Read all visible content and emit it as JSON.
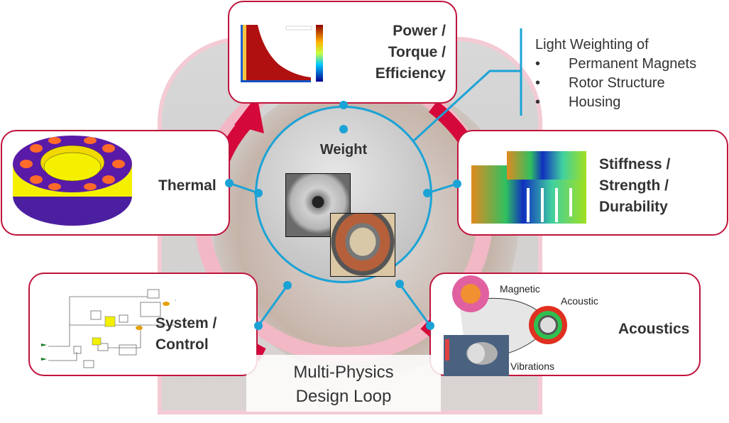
{
  "title": "Multi-Physics Design Loop",
  "loop_label": {
    "line1": "Multi-Physics",
    "line2": "Design Loop"
  },
  "center": {
    "label": "Weight",
    "images": [
      "rotor-housing-photo",
      "stator-winding-photo"
    ]
  },
  "light_weighting": {
    "heading": "Light Weighting of",
    "items": [
      {
        "bullet": "•",
        "label": "Permanent Magnets"
      },
      {
        "bullet": "•",
        "label": "Rotor Structure"
      },
      {
        "bullet": "•",
        "label": "Housing"
      }
    ]
  },
  "nodes": {
    "power": {
      "line1": "Power /",
      "line2": "Torque /",
      "line3": "Efficiency",
      "image": "efficiency-map-plot"
    },
    "thermal": {
      "label": "Thermal",
      "image": "thermal-motor-model"
    },
    "stiffness": {
      "line1": "Stiffness /",
      "line2": "Strength /",
      "line3": "Durability",
      "image": "fea-stress-model"
    },
    "system": {
      "line1": "System /",
      "line2": "Control",
      "image": "simulink-block-diagram"
    },
    "acoustics": {
      "label": "Acoustics",
      "sub_labels": {
        "magnetic": "Magnetic",
        "acoustic": "Acoustic",
        "vibrations": "Vibrations"
      }
    }
  },
  "colors": {
    "accent_red": "#c0143c",
    "loop_red": "#d4083a",
    "connector_blue": "#1ba3d6",
    "text": "#333333"
  }
}
